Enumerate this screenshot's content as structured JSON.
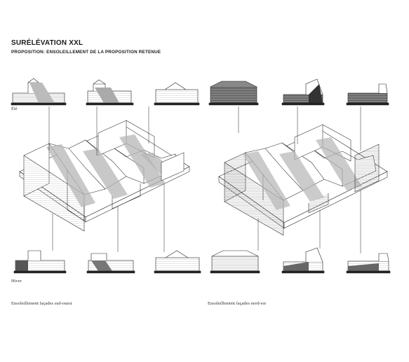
{
  "title": "SURÉLÉVATION XXL",
  "subtitle": "PROPOSITION: ENSOLEILLEMENT DE LA PROPOSITION RETENUE",
  "season_summer": "Été",
  "season_winter": "Hiver",
  "caption_left": "Ensoleillement façades sud-ouest",
  "caption_right": "Ensoleillement façades nord-est",
  "colors": {
    "ink": "#1a1a1a",
    "shade": "#b5b5b5",
    "dark": "#555555"
  }
}
